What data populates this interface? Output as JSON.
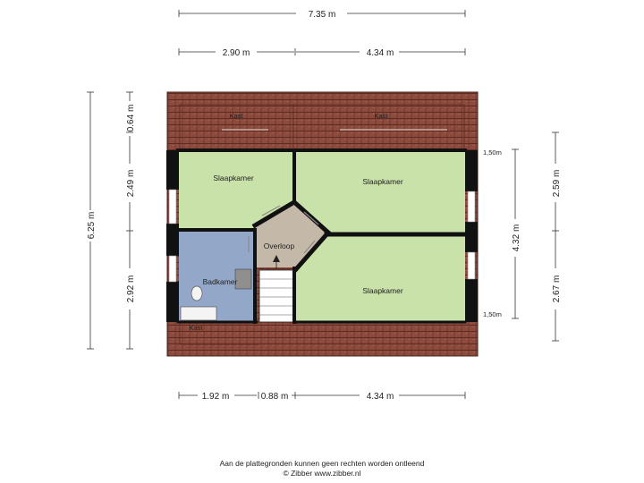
{
  "dimensions": {
    "top_total": "7.35 m",
    "top_left": "2.90 m",
    "top_right": "4.34 m",
    "bottom_left": "1.92 m",
    "bottom_mid": "0.88 m",
    "bottom_right": "4.34 m",
    "left_total": "6.25 m",
    "left_top": "0.64 m",
    "left_mid": "2.49 m",
    "left_bottom": "2.92 m",
    "right_total": "4.32 m",
    "right_outer_top": "2.59 m",
    "right_outer_bottom": "2.67 m",
    "height_top": "1,50m",
    "height_bottom": "1,50m"
  },
  "rooms": {
    "kast_left": "Kast",
    "kast_right": "Kast",
    "slaapkamer_left": "Slaapkamer",
    "slaapkamer_right_top": "Slaapkamer",
    "slaapkamer_right_bottom": "Slaapkamer",
    "overloop": "Overloop",
    "badkamer": "Badkamer",
    "kast_bottom": "Kast"
  },
  "footer": {
    "line1": "Aan de plattegronden kunnen geen rechten worden ontleend",
    "line2": "© Zibber www.zibber.nl"
  },
  "colors": {
    "roof": "#8a4a3c",
    "bedroom": "#c9e2a9",
    "bathroom": "#93a8c9",
    "landing": "#c4b9a8",
    "wall": "#111111"
  }
}
